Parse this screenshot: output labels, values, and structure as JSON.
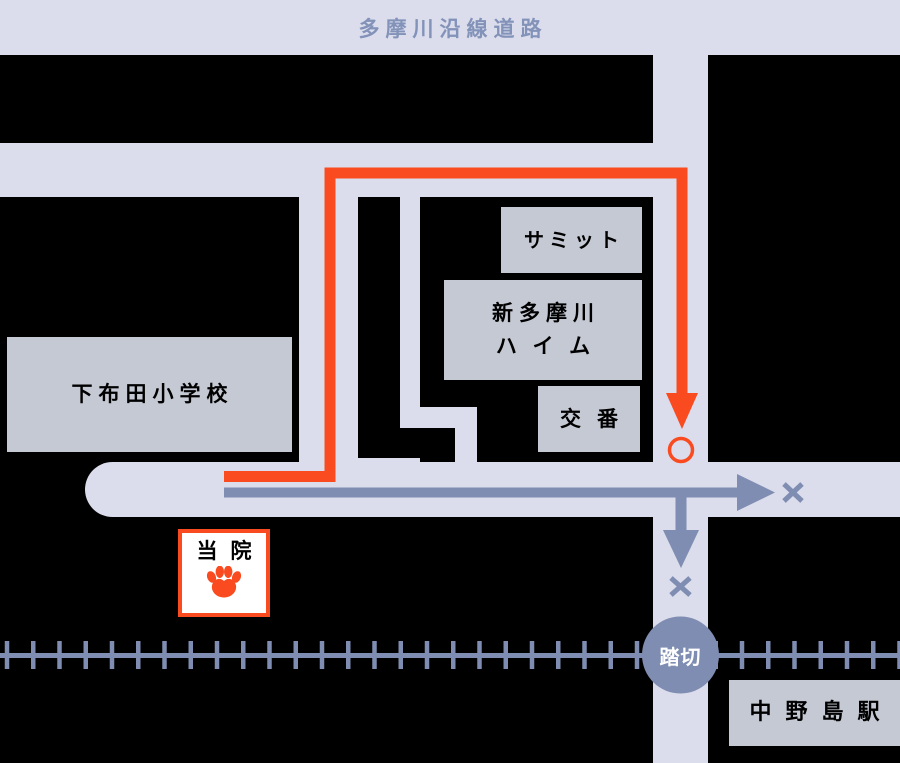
{
  "map": {
    "road_title": "多摩川沿線道路",
    "buildings": {
      "school": "下布田小学校",
      "summit": "サミット",
      "heim_line1": "新多摩川",
      "heim_line2": "ハイム",
      "koban": "交番",
      "station": "中野島駅"
    },
    "clinic": {
      "label": "当院",
      "icon": "paw-icon"
    },
    "crossing_label": "踏切",
    "colors": {
      "road": "#dbdcec",
      "block": "#000000",
      "building": "#c5c9d3",
      "accent": "#fa4b20",
      "arrow": "#7e8db1",
      "title": "#8292b8",
      "crossing-text": "#ffffff"
    }
  }
}
